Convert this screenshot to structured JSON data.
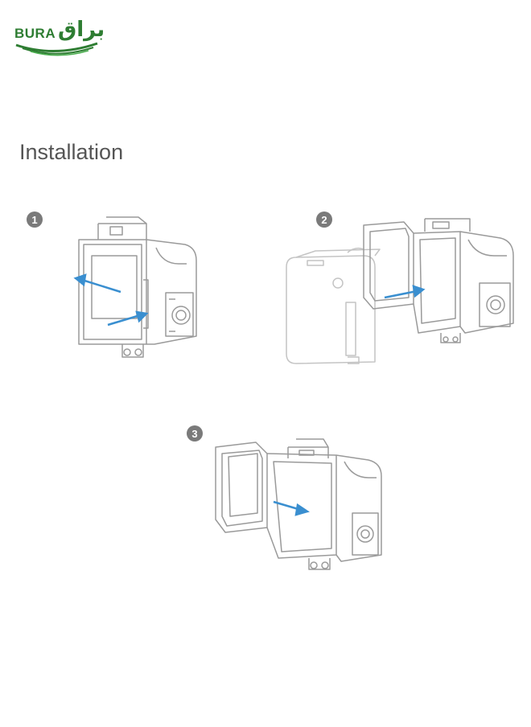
{
  "brand": {
    "latin": "BURA",
    "arabic": "براق",
    "color": "#2e7d32"
  },
  "heading": "Installation",
  "steps": [
    {
      "number": "1"
    },
    {
      "number": "2"
    },
    {
      "number": "3"
    }
  ],
  "colors": {
    "line": "#9a9a9a",
    "arrow": "#3a8fd0",
    "badge": "#7a7a7a"
  }
}
